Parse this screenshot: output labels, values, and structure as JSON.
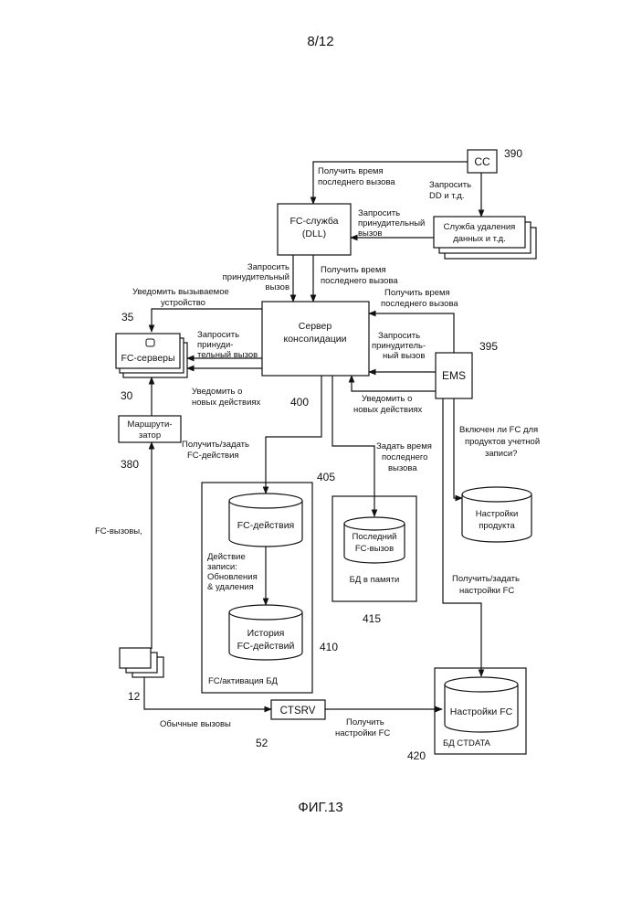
{
  "page_number": "8/12",
  "figure_caption": "ФИГ.13",
  "nodes": {
    "cc": "CC",
    "fc_service": [
      "FC-служба",
      "(DLL)"
    ],
    "data_removal_service": [
      "Служба удаления",
      "данных и т.д."
    ],
    "consolidation_server": [
      "Сервер",
      "консолидации"
    ],
    "fc_servers": "FC-серверы",
    "ems": "EMS",
    "router": [
      "Маршрути-",
      "затор"
    ],
    "fc_actions_db": "FC-действия",
    "fc_actions_history_db": [
      "История",
      "FC-действий"
    ],
    "fc_activation_db_label": "FC/активация БД",
    "last_fc_call_db": [
      "Последний",
      "FC-вызов"
    ],
    "memory_db_label": "БД в памяти",
    "product_settings_db": [
      "Настройки",
      "продукта"
    ],
    "fc_settings_db": "Настройки FC",
    "ctdata_db_label": "БД CTDATA",
    "ctsrv": "CTSRV"
  },
  "ref_numbers": {
    "cc": "390",
    "ems": "395",
    "fc_servers_top": "35",
    "fc_servers_bottom": "30",
    "consolidation_server": "400",
    "router": "380",
    "fc_actions_db": "405",
    "fc_history_db": "410",
    "memory_db": "415",
    "ctdata_db": "420",
    "clients": "12",
    "ctsrv": "52"
  },
  "edge_labels": {
    "cc_to_fc_service": [
      "Получить время",
      "последнего вызова"
    ],
    "cc_to_removal": [
      "Запросить",
      "DD и т.д."
    ],
    "removal_to_fc_service": [
      "Запросить",
      "принудительный",
      "вызов"
    ],
    "fc_service_to_server_request": [
      "Запросить",
      "принудительный",
      "вызов"
    ],
    "fc_service_to_server_last_time": [
      "Получить время",
      "последнего вызова"
    ],
    "notify_called_device": [
      "Уведомить вызываемое",
      "устройство"
    ],
    "server_to_fcservers_request": [
      "Запросить",
      "принуди-",
      "тельный вызов"
    ],
    "server_to_fcservers_notify": [
      "Уведомить о",
      "новых действиях"
    ],
    "ems_last_time": [
      "Получить время",
      "последнего вызова"
    ],
    "ems_request": [
      "Запросить",
      "принудитель-",
      "ный вызов"
    ],
    "ems_notify": [
      "Уведомить о",
      "новых действиях"
    ],
    "get_set_fc_actions": [
      "Получить/задать",
      "FC-действия"
    ],
    "set_last_call_time": [
      "Задать время",
      "последнего",
      "вызова"
    ],
    "fc_enabled_question": [
      "Включен ли FC для",
      "продуктов учетной",
      "записи?"
    ],
    "write_action": [
      "Действие",
      "записи:",
      "Обновления",
      "& удаления"
    ],
    "get_set_fc_settings": [
      "Получить/задать",
      "настройки FC"
    ],
    "fc_calls": "FC-вызовы,",
    "regular_calls": "Обычные вызовы",
    "get_fc_settings": [
      "Получить",
      "настройки FC"
    ]
  }
}
